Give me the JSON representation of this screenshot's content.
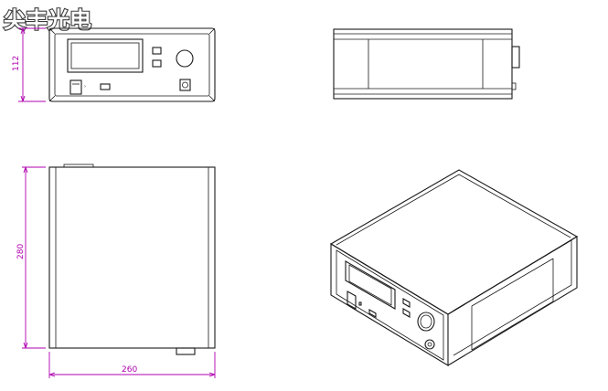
{
  "logo": {
    "text": "尖丰光电"
  },
  "dimensions": {
    "front_height": "112",
    "top_depth": "280",
    "top_width": "260"
  },
  "views": [
    "front-view",
    "side-view",
    "top-view",
    "isometric-view"
  ]
}
